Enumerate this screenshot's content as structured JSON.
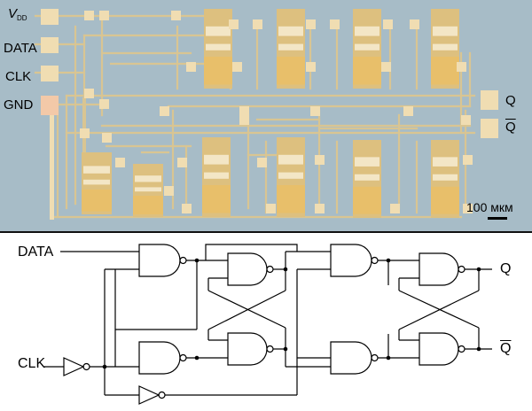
{
  "micrograph": {
    "pins_left": {
      "vdd_main": "V",
      "vdd_sub": "DD",
      "data": "DATA",
      "clk": "CLK",
      "gnd": "GND"
    },
    "pins_right": {
      "q": "Q",
      "qbar": "Q"
    },
    "scale_bar": "100 мкм"
  },
  "schematic": {
    "inputs": {
      "data": "DATA",
      "clk": "CLK"
    },
    "outputs": {
      "q": "Q",
      "qbar": "Q"
    }
  },
  "colors": {
    "chip_bg": "#a8bcc7",
    "gold": "#e2c488",
    "pad": "#f0ddb2",
    "trace": "#d9c592"
  }
}
